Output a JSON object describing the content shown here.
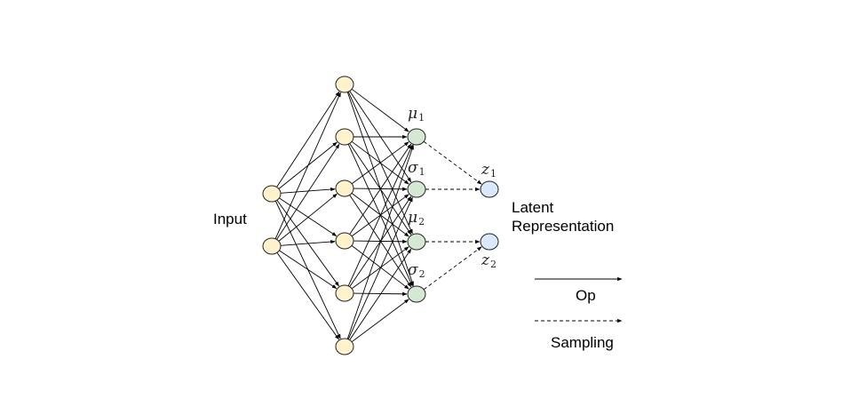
{
  "labels": {
    "input": "Input",
    "latent_line1": "Latent",
    "latent_line2": "Representation",
    "legend_op": "Op",
    "legend_sampling": "Sampling"
  },
  "math_labels": {
    "mu1": {
      "base": "μ",
      "sub": "1"
    },
    "sigma1": {
      "base": "σ",
      "sub": "1"
    },
    "mu2": {
      "base": "μ",
      "sub": "2"
    },
    "sigma2": {
      "base": "σ",
      "sub": "2"
    },
    "z1": {
      "base": "z",
      "sub": "1"
    },
    "z2": {
      "base": "z",
      "sub": "2"
    }
  },
  "colors": {
    "input_node": "#fff2cc",
    "hidden_node": "#fff2cc",
    "param_node": "#d5e8d4",
    "latent_node": "#dae8fc"
  }
}
